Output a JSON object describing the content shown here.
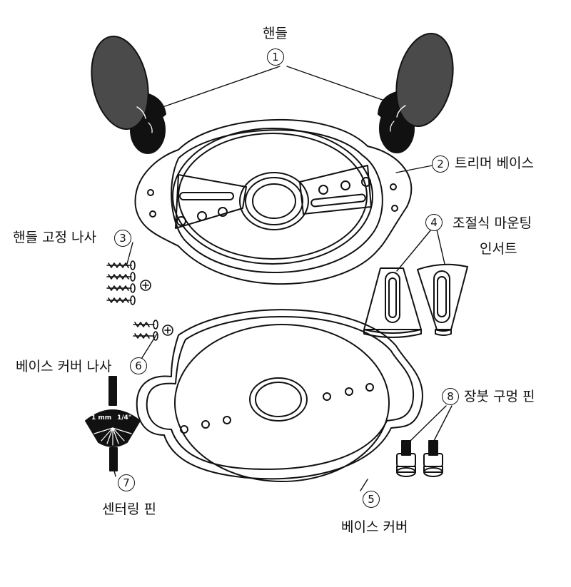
{
  "parts": [
    {
      "num": "1",
      "label": "핸들"
    },
    {
      "num": "2",
      "label": "트리머 베이스"
    },
    {
      "num": "3",
      "label": "핸들 고정 나사"
    },
    {
      "num": "4",
      "label_line1": "조절식 마운팅",
      "label_line2": "인서트"
    },
    {
      "num": "5",
      "label": "베이스 커버"
    },
    {
      "num": "6",
      "label": "베이스 커버 나사"
    },
    {
      "num": "7",
      "label": "센터링 핀"
    },
    {
      "num": "8",
      "label": "장붓 구멍 핀"
    }
  ],
  "pin_markings": {
    "left": "1 mm",
    "right": "1/4\""
  },
  "colors": {
    "line": "#111111",
    "handle_knob": "#4a4a4a",
    "handle_grip": "#111111"
  }
}
